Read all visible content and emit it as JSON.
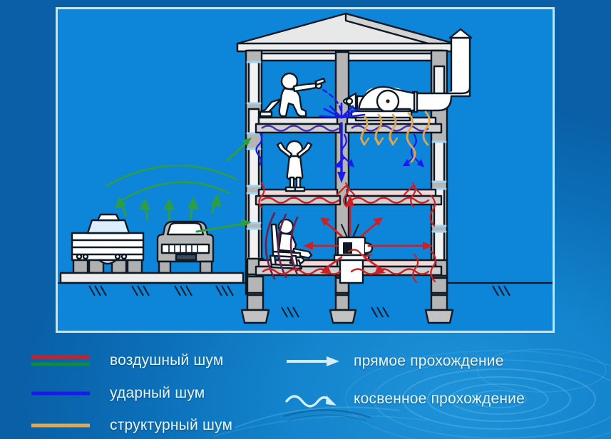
{
  "slide": {
    "title_visible": false,
    "background_color": "#0a63a8",
    "panel_border_color": "#bfe6fb",
    "panel_fill_color": "#0d85d8"
  },
  "legend": {
    "left_items": [
      {
        "label": "воздушный шум",
        "colors": [
          "#cc2026",
          "#118a3c"
        ],
        "type": "double-line"
      },
      {
        "label": "ударный шум",
        "colors": [
          "#1a1af0"
        ],
        "type": "line"
      },
      {
        "label": "структурный шум",
        "colors": [
          "#dfa94f"
        ],
        "type": "line"
      }
    ],
    "right_items": [
      {
        "label": "прямое прохождение",
        "icon": "straight-arrow-icon",
        "color": "#d6eefc"
      },
      {
        "label": "косвенное прохождение",
        "icon": "wavy-arrow-icon",
        "color": "#d6eefc"
      }
    ]
  },
  "diagram": {
    "name": "building-sound-transmission-cross-section",
    "colors": {
      "structure_gray": "#b3b3b3",
      "structure_light": "#d9d9d9",
      "slab_light": "#e6e6e6",
      "outline": "#0d1a26",
      "white": "#ffffff",
      "airborne_red": "#cc2026",
      "airborne_green": "#2e9e46",
      "impact_blue": "#1a1af0",
      "impact_violet": "#4a2fb0",
      "structure_orange": "#e0a64f",
      "wave_maroon": "#6b2050",
      "sky_blue": "#0d85d8",
      "window_blue": "#cfe8fb"
    },
    "elements": [
      {
        "name": "roof",
        "label": ""
      },
      {
        "name": "attic-floor-person-drilling",
        "label": ""
      },
      {
        "name": "hvac-fan-unit",
        "label": ""
      },
      {
        "name": "roof-vent-stack",
        "label": ""
      },
      {
        "name": "middle-floor-person-covering-ears",
        "label": ""
      },
      {
        "name": "ground-floor-person-seated",
        "label": ""
      },
      {
        "name": "television-on-stand",
        "label": ""
      },
      {
        "name": "truck",
        "label": ""
      },
      {
        "name": "car",
        "label": ""
      },
      {
        "name": "road-slab",
        "label": ""
      },
      {
        "name": "ground-hatching",
        "label": ""
      },
      {
        "name": "foundation-columns",
        "label": ""
      }
    ]
  }
}
